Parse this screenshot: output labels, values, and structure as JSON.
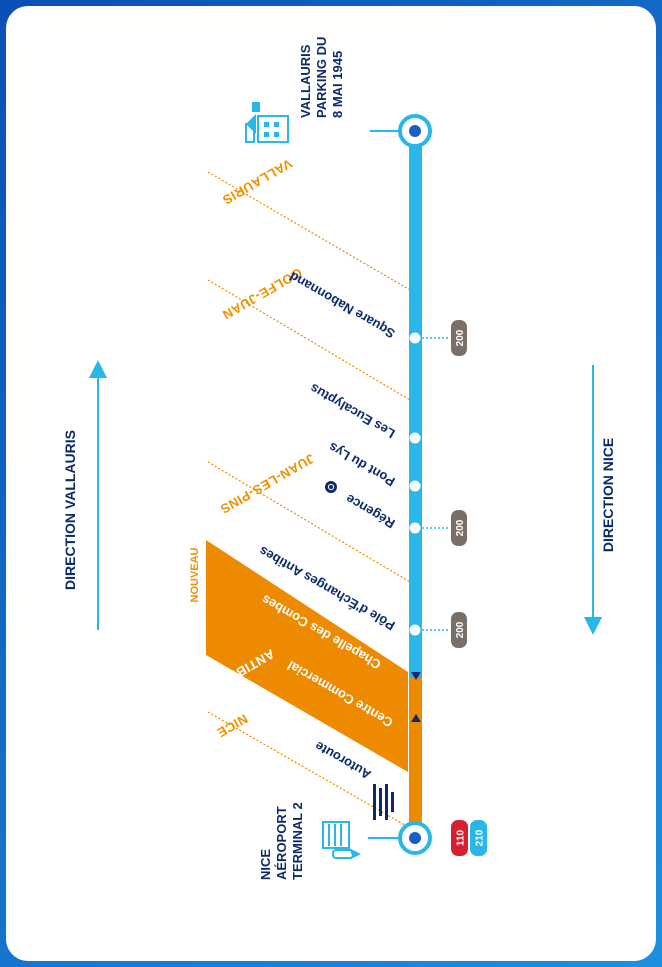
{
  "terminus_top": {
    "lines": [
      "VALLAURIS",
      "PARKING DU",
      "8 MAI 1945"
    ]
  },
  "terminus_bottom": {
    "lines": [
      "NICE",
      "AÉROPORT",
      "TERMINAL 2"
    ]
  },
  "direction_vallauris": "DIRECTION VALLAURIS",
  "direction_nice": "DIRECTION NICE",
  "nouveau_label": "NOUVEAU",
  "zones": {
    "vallauris": "VALLAURIS",
    "golfe_juan": "GOLFE-JUAN",
    "juan_les_pins": "JUAN-LES-PINS",
    "antibes": "ANTIBES",
    "nice": "NICE"
  },
  "stops": {
    "square_nabonnand": "Square Nabonnand",
    "les_eucalyptus": "Les Eucalyptus",
    "pont_du_lys": "Pont du Lys",
    "regence": "Régence",
    "pole_echanges": "Pôle d'Échanges Antibes",
    "chapelle_combes": "Chapelle des Combes",
    "centre_commercial": "Centre Commercial",
    "autoroute": "Autoroute"
  },
  "badges": {
    "b200a": "200",
    "b200b": "200",
    "b200c": "200",
    "b110": "110",
    "b210": "210"
  },
  "colors": {
    "line_blue": "#29b6e8",
    "line_orange": "#ee8a00",
    "navy": "#0b2a6b",
    "badge_grey": "#7a6f66",
    "badge_red": "#d5202f",
    "badge_blue": "#29b6e8"
  },
  "icons": {
    "city_hall": "city-hall-icon",
    "airport": "airport-icon",
    "highway": "highway-icon",
    "accessibility": "wheelchair-icon"
  }
}
